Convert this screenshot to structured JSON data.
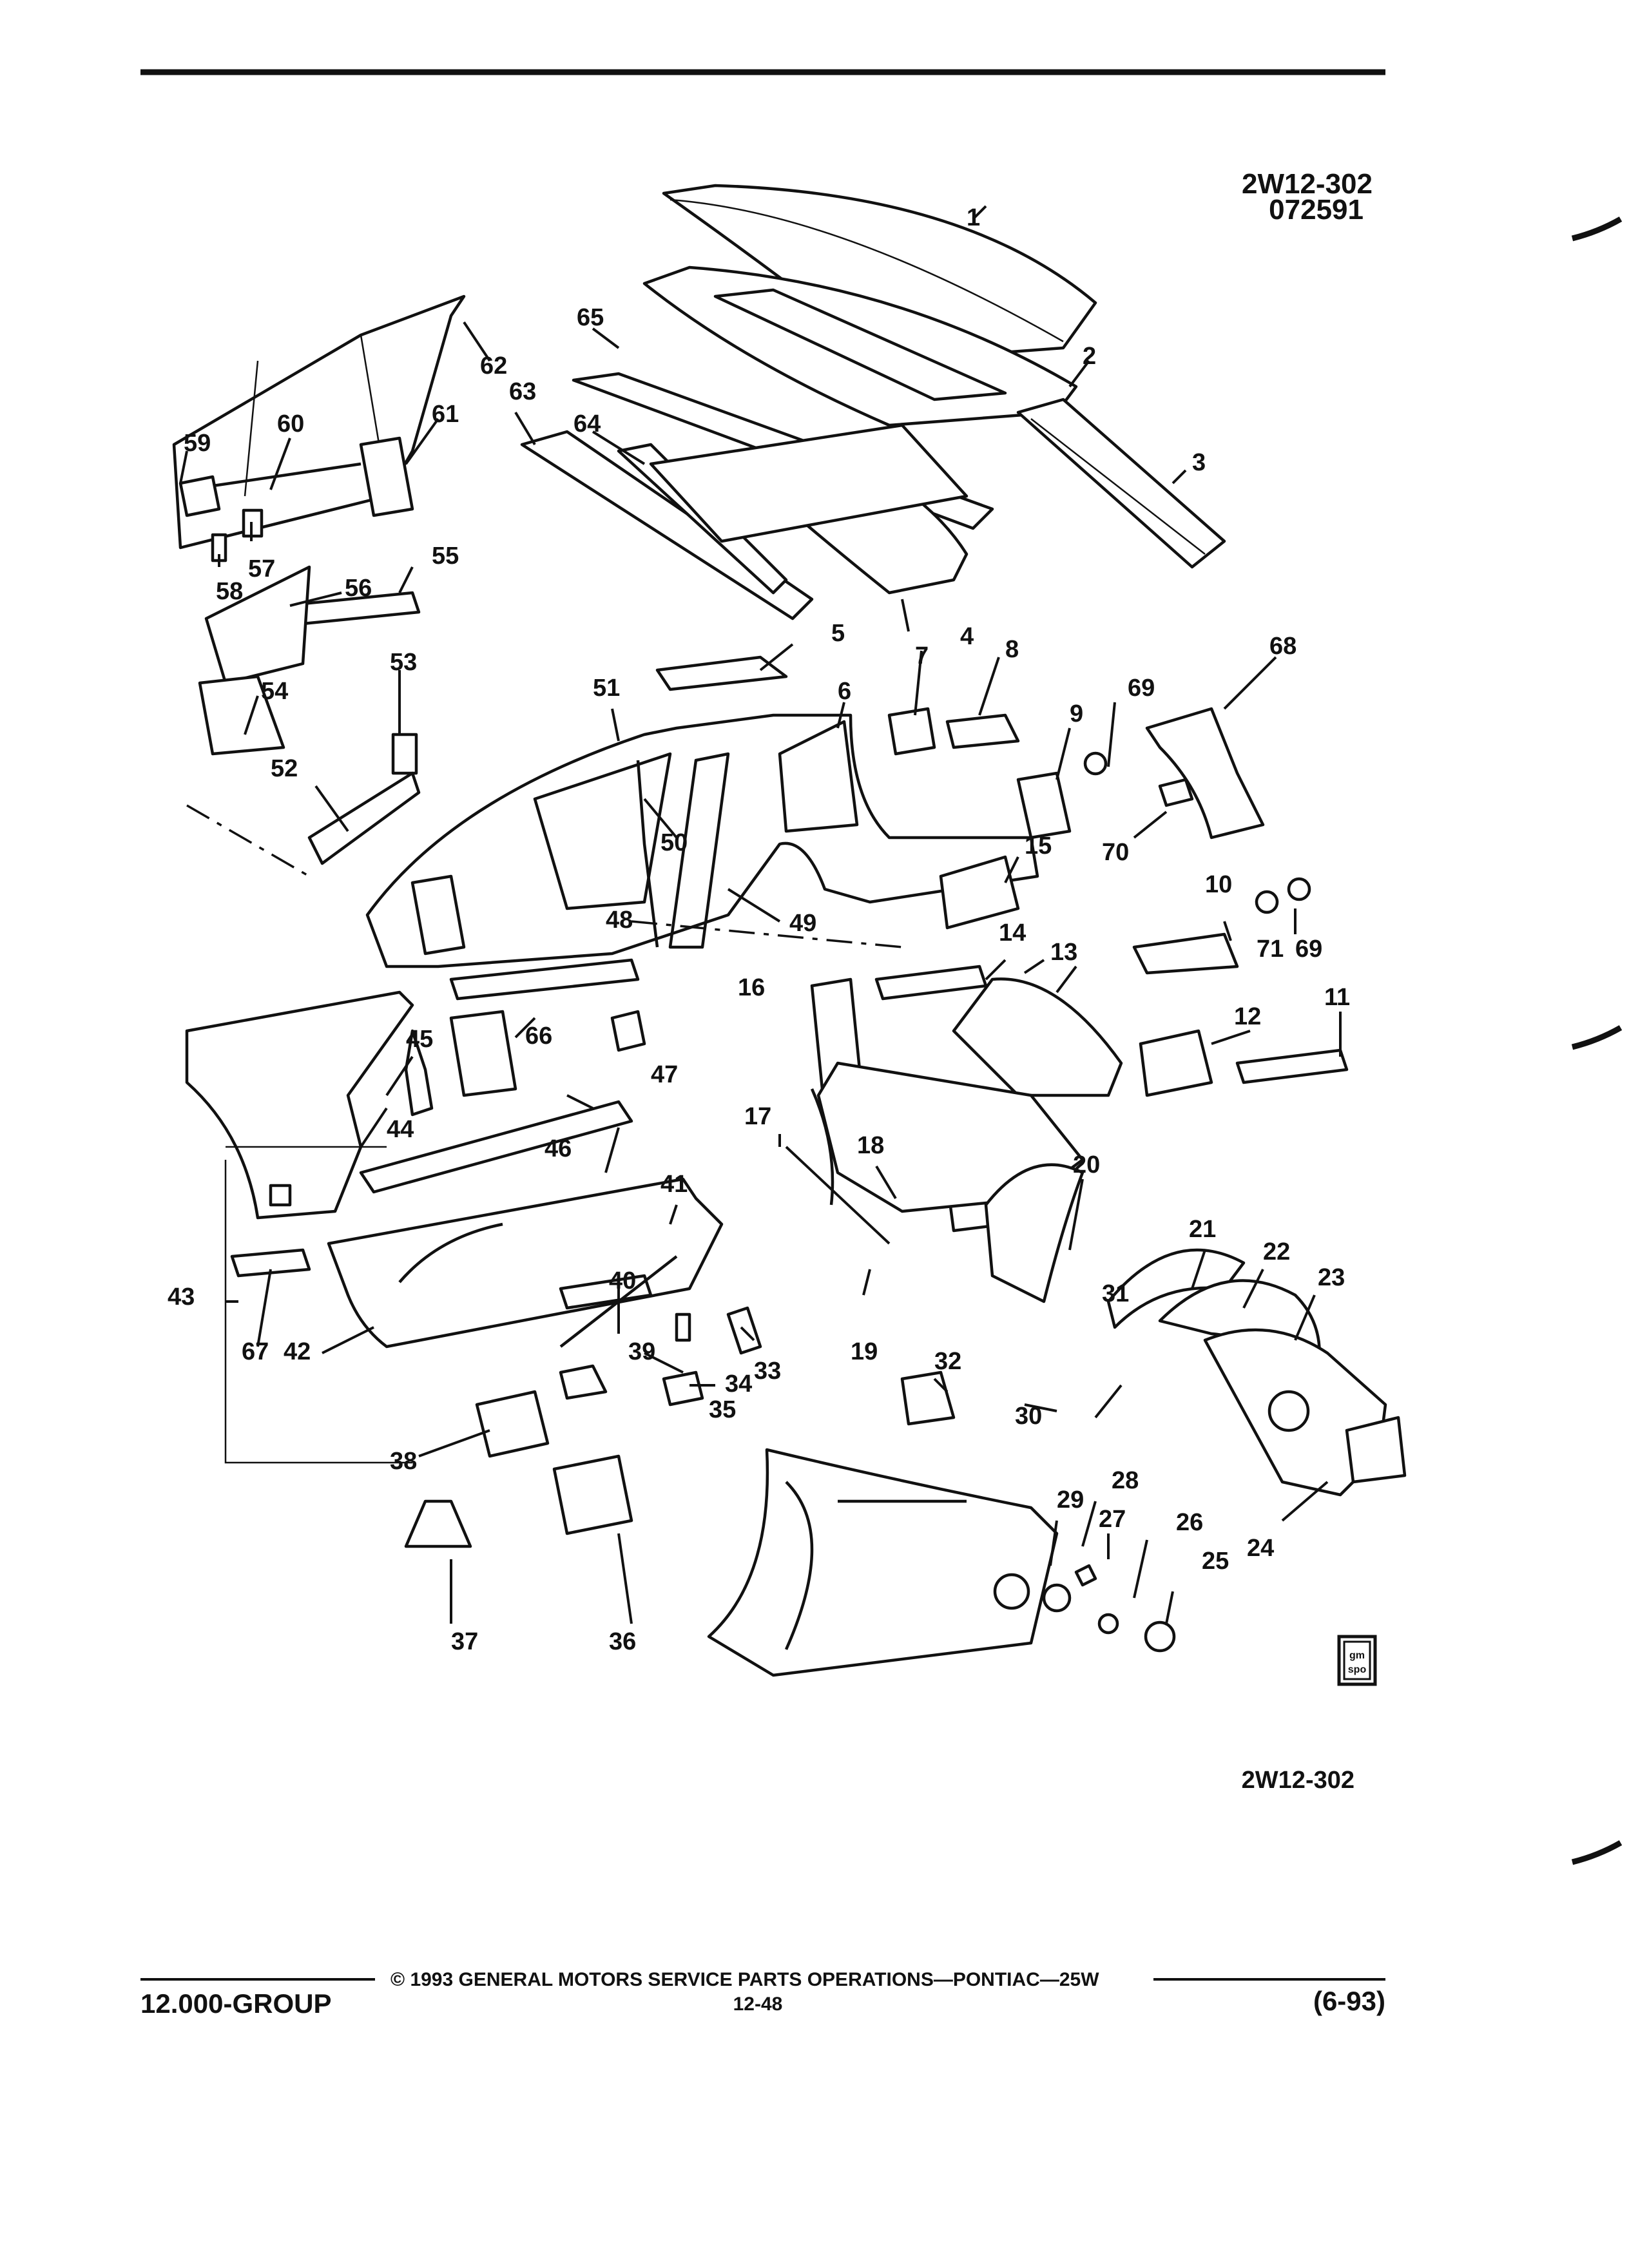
{
  "header": {
    "figure_id": "2W12-302",
    "date_code": "072591"
  },
  "figure_code_bottom": "2W12-302",
  "logo": {
    "text_top": "gm",
    "text_bottom": "spo"
  },
  "footer": {
    "copyright": "©  1993  GENERAL MOTORS SERVICE PARTS OPERATIONS—PONTIAC—25W",
    "group": "12.000-GROUP",
    "page": "12-48",
    "revision": "(6-93)"
  },
  "callouts": {
    "c1": "1",
    "c2": "2",
    "c3": "3",
    "c4": "4",
    "c5": "5",
    "c6": "6",
    "c7": "7",
    "c8": "8",
    "c9": "9",
    "c10": "10",
    "c11": "11",
    "c12": "12",
    "c13": "13",
    "c14": "14",
    "c15": "15",
    "c16": "16",
    "c17": "17",
    "c18": "18",
    "c19": "19",
    "c20": "20",
    "c21": "21",
    "c22": "22",
    "c23": "23",
    "c24": "24",
    "c25": "25",
    "c26": "26",
    "c27": "27",
    "c28": "28",
    "c29": "29",
    "c30": "30",
    "c31": "31",
    "c32": "32",
    "c33": "33",
    "c34": "34",
    "c35": "35",
    "c36": "36",
    "c37": "37",
    "c38": "38",
    "c39": "39",
    "c40": "40",
    "c41": "41",
    "c42": "42",
    "c43": "43",
    "c44": "44",
    "c45": "45",
    "c46": "46",
    "c47": "47",
    "c48": "48",
    "c49": "49",
    "c50": "50",
    "c51": "51",
    "c52": "52",
    "c53": "53",
    "c54": "54",
    "c55": "55",
    "c56": "56",
    "c57": "57",
    "c58": "58",
    "c59": "59",
    "c60": "60",
    "c61": "61",
    "c62": "62",
    "c63": "63",
    "c64": "64",
    "c65": "65",
    "c66": "66",
    "c67": "67",
    "c68": "68",
    "c69a": "69",
    "c69b": "69",
    "c70": "70",
    "c71": "71"
  }
}
